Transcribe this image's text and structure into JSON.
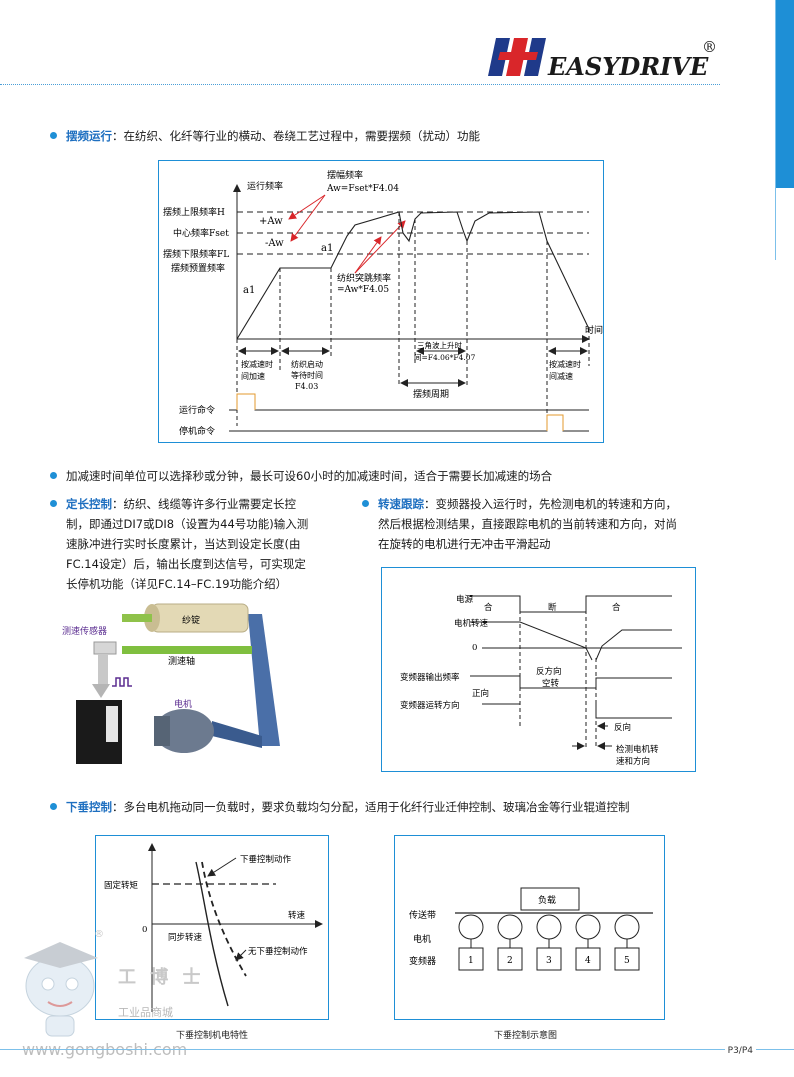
{
  "brand": {
    "name": "EASYDRIVE",
    "registered": "®"
  },
  "section1": {
    "title": "摆频运行",
    "text": "：在纺织、化纤等行业的横动、卷绕工艺过程中，需要摆频（扰动）功能"
  },
  "fig1": {
    "y_label": "运行频率",
    "amp_label": "摆幅频率",
    "amp_formula": "Aw=Fset*F4.04",
    "upper": "摆频上限频率H",
    "center": "中心频率Fset",
    "lower": "摆频下限频率FL",
    "preset": "摆频预置频率",
    "plus_aw": "+Aw",
    "minus_aw": "-Aw",
    "a1_left": "a1",
    "a1_mid": "a1",
    "jump1": "纺织突跳频率",
    "jump2": "=Aw*F4.05",
    "time": "时间",
    "accel1": "按减速时",
    "accel2": "间加速",
    "wait1": "纺织启动",
    "wait2": "等待时间",
    "wait3": "F4.03",
    "tri1": "三角波上升时",
    "tri2": "间=F4.06*F4.07",
    "period": "摆频周期",
    "decel1": "按减速时",
    "decel2": "间减速",
    "run_cmd": "运行命令",
    "stop_cmd": "停机命令"
  },
  "note": "加减速时间单位可以选择秒或分钟，最长可设60小时的加减速时间，适合于需要长加减速的场合",
  "section2": {
    "title": "定长控制",
    "lines": [
      "：纺织、线缆等许多行业需要定长控",
      "制，即通过DI7或DI8（设置为44号功能)输入测",
      "速脉冲进行实时长度累计，当达到设定长度(由",
      "FC.14设定）后，输出长度到达信号，可实现定",
      "长停机功能（详见FC.14–FC.19功能介绍）"
    ],
    "sensor": "测速传感器",
    "spindle": "纱锭",
    "shaft": "测速轴",
    "motor": "电机"
  },
  "section3": {
    "title": "转速跟踪",
    "lines": [
      "：变频器投入运行时，先检测电机的转速和方向，",
      "然后根据检测结果，直接跟踪电机的当前转速和方向，对尚",
      "在旋转的电机进行无冲击平滑起动"
    ],
    "power": "电源",
    "on1": "合",
    "off": "断",
    "on2": "合",
    "motor_speed": "电机转速",
    "zero": "0",
    "rev1": "反方向",
    "rev2": "空转",
    "out_freq": "变频器输出频率",
    "forward": "正向",
    "dir": "变频器运转方向",
    "reverse": "反向",
    "detect1": "检测电机转",
    "detect2": "速和方向"
  },
  "section4": {
    "title": "下垂控制",
    "text": "：多台电机拖动同一负载时，要求负载均匀分配，适用于化纤行业迁伸控制、玻璃冶金等行业辊道控制"
  },
  "fig4": {
    "droop_action": "下垂控制动作",
    "fixed_torque": "固定转矩",
    "speed": "转速",
    "zero": "0",
    "sync_speed": "同步转速",
    "no_droop": "无下垂控制动作",
    "caption": "下垂控制机电特性"
  },
  "fig5": {
    "load": "负载",
    "belt": "传送带",
    "motor": "电机",
    "inverter": "变频器",
    "units": [
      "1",
      "2",
      "3",
      "4",
      "5"
    ],
    "caption": "下垂控制示意图"
  },
  "watermark": {
    "cn": "工 博 士",
    "mall": "工业品商城",
    "url": "www.gongboshi.com",
    "reg": "®"
  },
  "page": "P3/P4"
}
